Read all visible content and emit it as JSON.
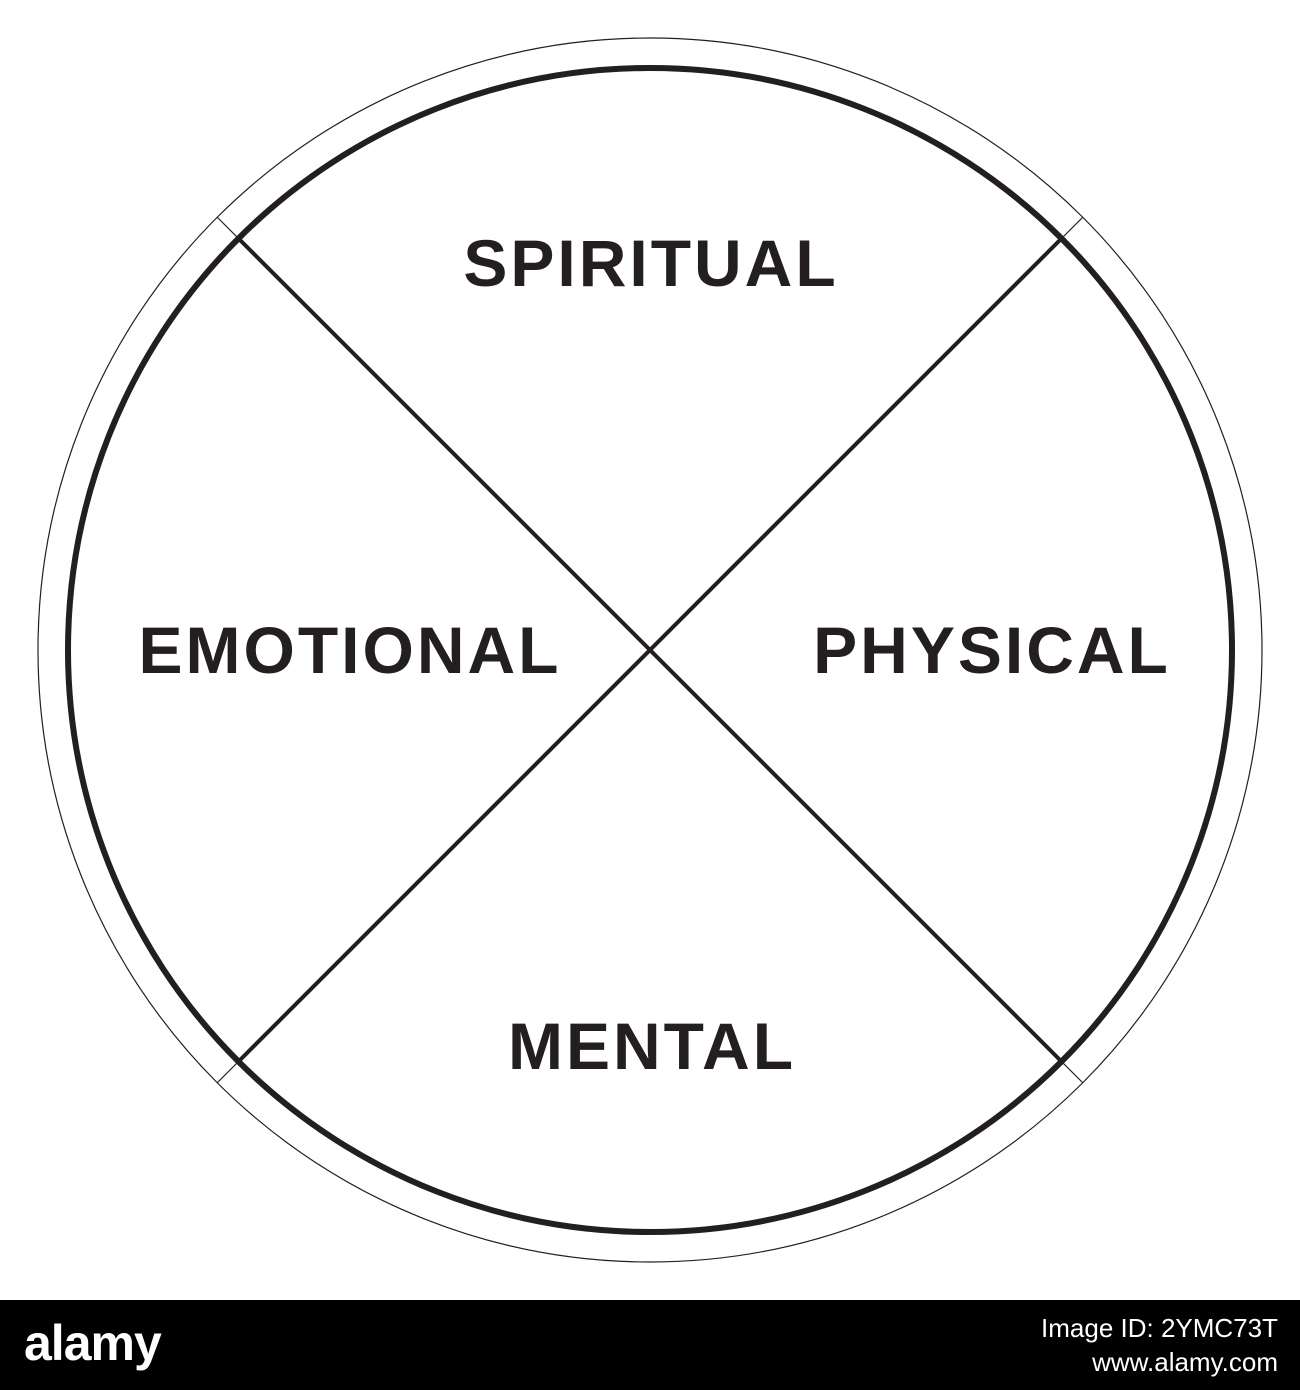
{
  "diagram": {
    "quadrants": {
      "top": "SPIRITUAL",
      "left": "EMOTIONAL",
      "right": "PHYSICAL",
      "bottom": "MENTAL"
    },
    "colors": {
      "ink": "#231f20",
      "background": "#ffffff"
    }
  },
  "footer": {
    "logo": "alamy",
    "image_id": "Image ID: 2YMC73T",
    "url": "www.alamy.com",
    "background": "#000000",
    "text_color": "#ffffff"
  }
}
